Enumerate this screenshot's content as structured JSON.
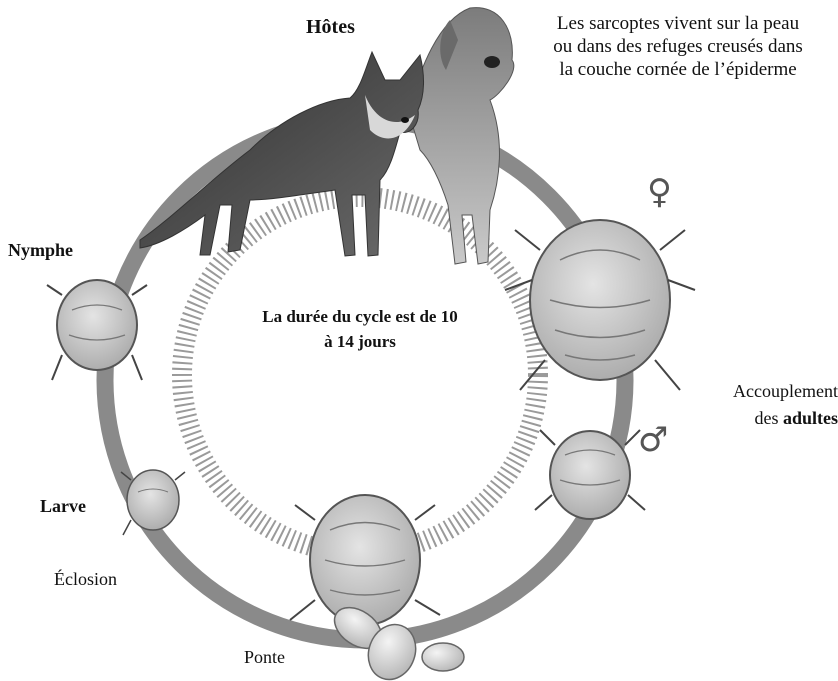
{
  "hosts": {
    "title": "Hôtes",
    "description": "Les sarcoptes vivent sur la peau ou dans des refuges creusés dans la couche cornée de l’épiderme"
  },
  "cycle": {
    "duration_text": "La durée du cycle est de 10 à 14 jours"
  },
  "stages": {
    "nymphe": "Nymphe",
    "larve": "Larve",
    "eclosion": "Éclosion",
    "ponte": "Ponte",
    "accouplement": "Accouplement",
    "des": "des",
    "adultes": "adultes"
  },
  "symbols": {
    "female": "♀",
    "male": "♂"
  },
  "colors": {
    "ring": "#8a8a8a",
    "mite_fill": "#cfcfcf",
    "mite_stroke": "#555555",
    "egg_fill": "#dedede",
    "fox_fur": "#4a4a4a",
    "dog_fur": "#9a9a9a"
  }
}
